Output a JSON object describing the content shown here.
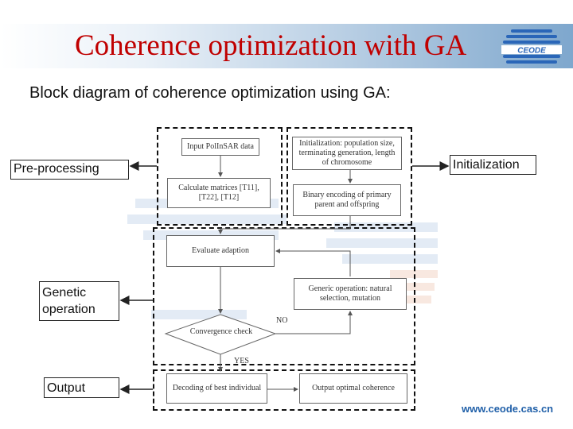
{
  "slide": {
    "title": "Coherence optimization with GA",
    "subtitle": "Block diagram of coherence optimization using GA:",
    "logo_text": "CEODE",
    "footer_url": "www.ceode.cas.cn"
  },
  "labels": {
    "preprocessing": "Pre-processing",
    "genetic_line1": "Genetic",
    "genetic_line2": "operation",
    "output": "Output",
    "initialization": "Initialization"
  },
  "flow": {
    "input": "Input PolInSAR data",
    "calc_line1": "Calculate matrices [T11],",
    "calc_line2": "[T22], [T12]",
    "init_line1": "Initialization: population size,",
    "init_line2": "terminating generation, length",
    "init_line3": "of chromosome",
    "binary_line1": "Binary encoding of primary",
    "binary_line2": "parent and offspring",
    "evaluate": "Evaluate adaption",
    "generic_line1": "Generic operation: natural",
    "generic_line2": "selection, mutation",
    "convergence": "Convergence check",
    "no": "NO",
    "yes": "YES",
    "decoding": "Decoding of best individual",
    "output_optimal": "Output optimal coherence"
  }
}
